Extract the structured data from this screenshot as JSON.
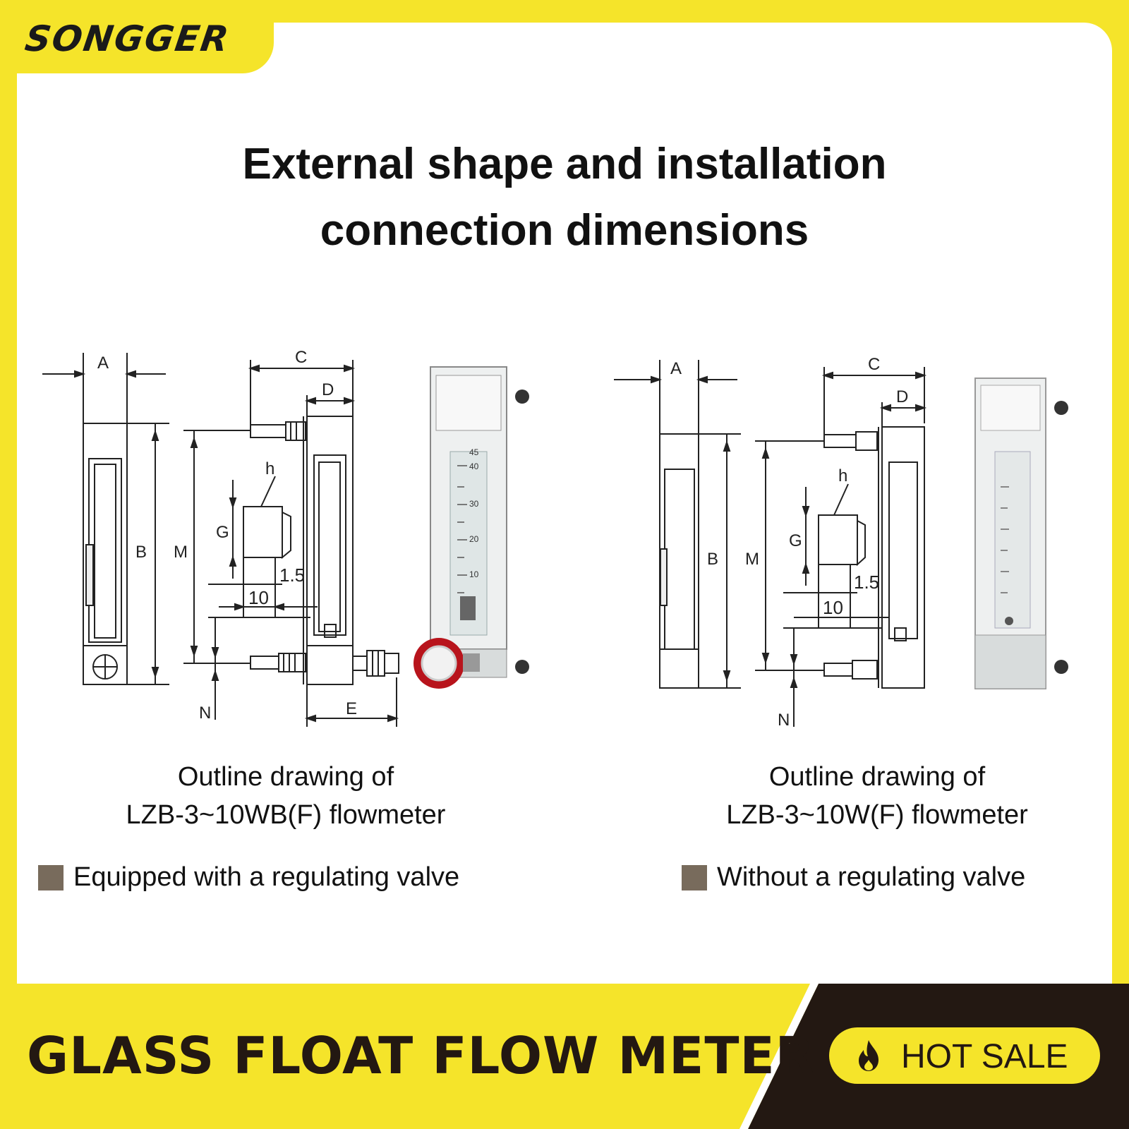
{
  "brand": {
    "logo_text": "SONGGER"
  },
  "header": {
    "title_line1": "External shape and installation",
    "title_line2": "connection dimensions"
  },
  "diagrams": [
    {
      "caption_line1": "Outline drawing of",
      "caption_line2": "LZB-3~10WB(F) flowmeter",
      "note": "Equipped with a regulating valve",
      "dimension_labels": [
        "A",
        "B",
        "C",
        "D",
        "E",
        "M",
        "N",
        "G",
        "h",
        "1.5",
        "10"
      ],
      "scale_labels": [
        "45",
        "40",
        "30",
        "20",
        "10"
      ]
    },
    {
      "caption_line1": "Outline drawing of",
      "caption_line2": "LZB-3~10W(F) flowmeter",
      "note": "Without a regulating valve",
      "dimension_labels": [
        "A",
        "B",
        "C",
        "D",
        "M",
        "N",
        "G",
        "h",
        "1.5",
        "10"
      ]
    }
  ],
  "footer": {
    "product_name": "GLASS FLOAT FLOW METER",
    "badge_text": "HOT SALE"
  },
  "colors": {
    "accent_yellow": "#f5e42a",
    "dark_brown": "#231812",
    "note_square": "#786b5c",
    "valve_red": "#b8141c"
  },
  "icons": [
    "fire-icon"
  ]
}
